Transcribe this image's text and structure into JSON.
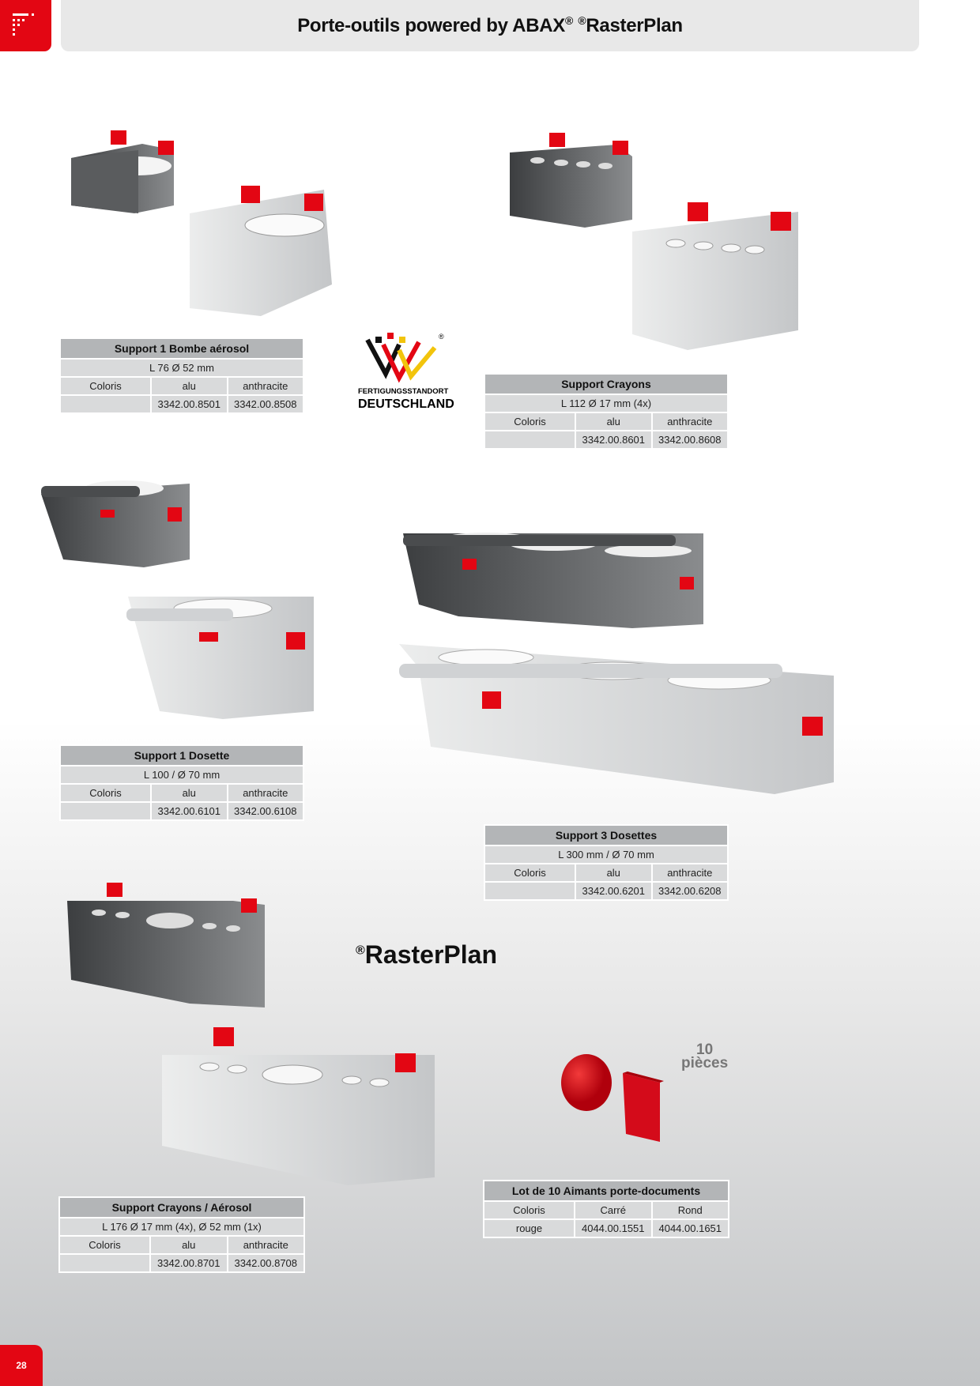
{
  "header": {
    "title_main": "Porte-outils powered by ABAX",
    "reg1": "®",
    "reg2": "®",
    "title_brand": "RasterPlan"
  },
  "logo": {
    "line1": "FERTIGUNGSSTANDORT",
    "line2": "DEUTSCHLAND",
    "reg": "®"
  },
  "products": {
    "aerosol": {
      "title": "Support 1 Bombe aérosol",
      "dims": "L 76 Ø 52 mm",
      "coloris": "Coloris",
      "c1": "alu",
      "c2": "anthracite",
      "ref1": "3342.00.8501",
      "ref2": "3342.00.8508"
    },
    "crayons": {
      "title": "Support Crayons",
      "dims": "L 112 Ø 17 mm (4x)",
      "coloris": "Coloris",
      "c1": "alu",
      "c2": "anthracite",
      "ref1": "3342.00.8601",
      "ref2": "3342.00.8608"
    },
    "dosette": {
      "title": "Support  1 Dosette",
      "dims": "L 100 / Ø 70 mm",
      "coloris": "Coloris",
      "c1": "alu",
      "c2": "anthracite",
      "ref1": "3342.00.6101",
      "ref2": "3342.00.6108"
    },
    "dosettes3": {
      "title": "Support 3 Dosettes",
      "dims": "L 300 mm / Ø 70 mm",
      "coloris": "Coloris",
      "c1": "alu",
      "c2": "anthracite",
      "ref1": "3342.00.6201",
      "ref2": "3342.00.6208"
    },
    "crayons_aerosol": {
      "title": "Support Crayons / Aérosol",
      "dims": "L 176 Ø 17 mm (4x), Ø 52 mm (1x)",
      "coloris": "Coloris",
      "c1": "alu",
      "c2": "anthracite",
      "ref1": "3342.00.8701",
      "ref2": "3342.00.8708"
    },
    "aimants": {
      "title": "Lot de 10 Aimants porte-documents",
      "coloris": "Coloris",
      "c1": "Carré",
      "c2": "Rond",
      "color_name": "rouge",
      "ref1": "4044.00.1551",
      "ref2": "4044.00.1651"
    }
  },
  "rasterplan": {
    "reg": "®",
    "name": "RasterPlan"
  },
  "pieces": {
    "num": "10",
    "label": "pièces"
  },
  "page_number": "28",
  "colors": {
    "accent": "#e30613",
    "table_header": "#b3b5b7",
    "table_cell": "#d9dadb"
  }
}
